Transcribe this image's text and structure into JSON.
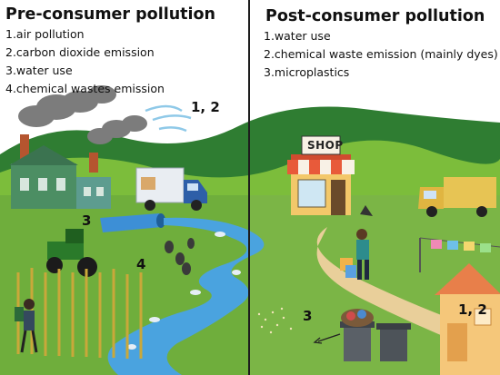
{
  "pre_consumer": {
    "title": "Pre-consumer pollution",
    "items": [
      "1.air pollution",
      "2.carbon dioxide emission",
      "3.water use",
      "4.chemical wastes emission"
    ]
  },
  "post_consumer": {
    "title": "Post-consumer pollution",
    "items": [
      "1.water use",
      "2.chemical waste emission (mainly dyes)",
      "3.microplastics"
    ]
  },
  "markers": {
    "air_marker": "1, 2",
    "water_use_marker": "3",
    "chemical_marker": "4",
    "microplastic_marker": "3",
    "house_marker": "1, 2"
  },
  "shop_sign": "SHOP",
  "colors": {
    "sky": "#ffffff",
    "hill_dark": "#2f7d32",
    "hill_light": "#7cbd3b",
    "grass": "#6fae3c",
    "river": "#4aa3df",
    "path": "#e9cf9a",
    "factory": "#3f8a5a",
    "shop_awning": "#e85a3a",
    "house": "#f5b55c"
  }
}
